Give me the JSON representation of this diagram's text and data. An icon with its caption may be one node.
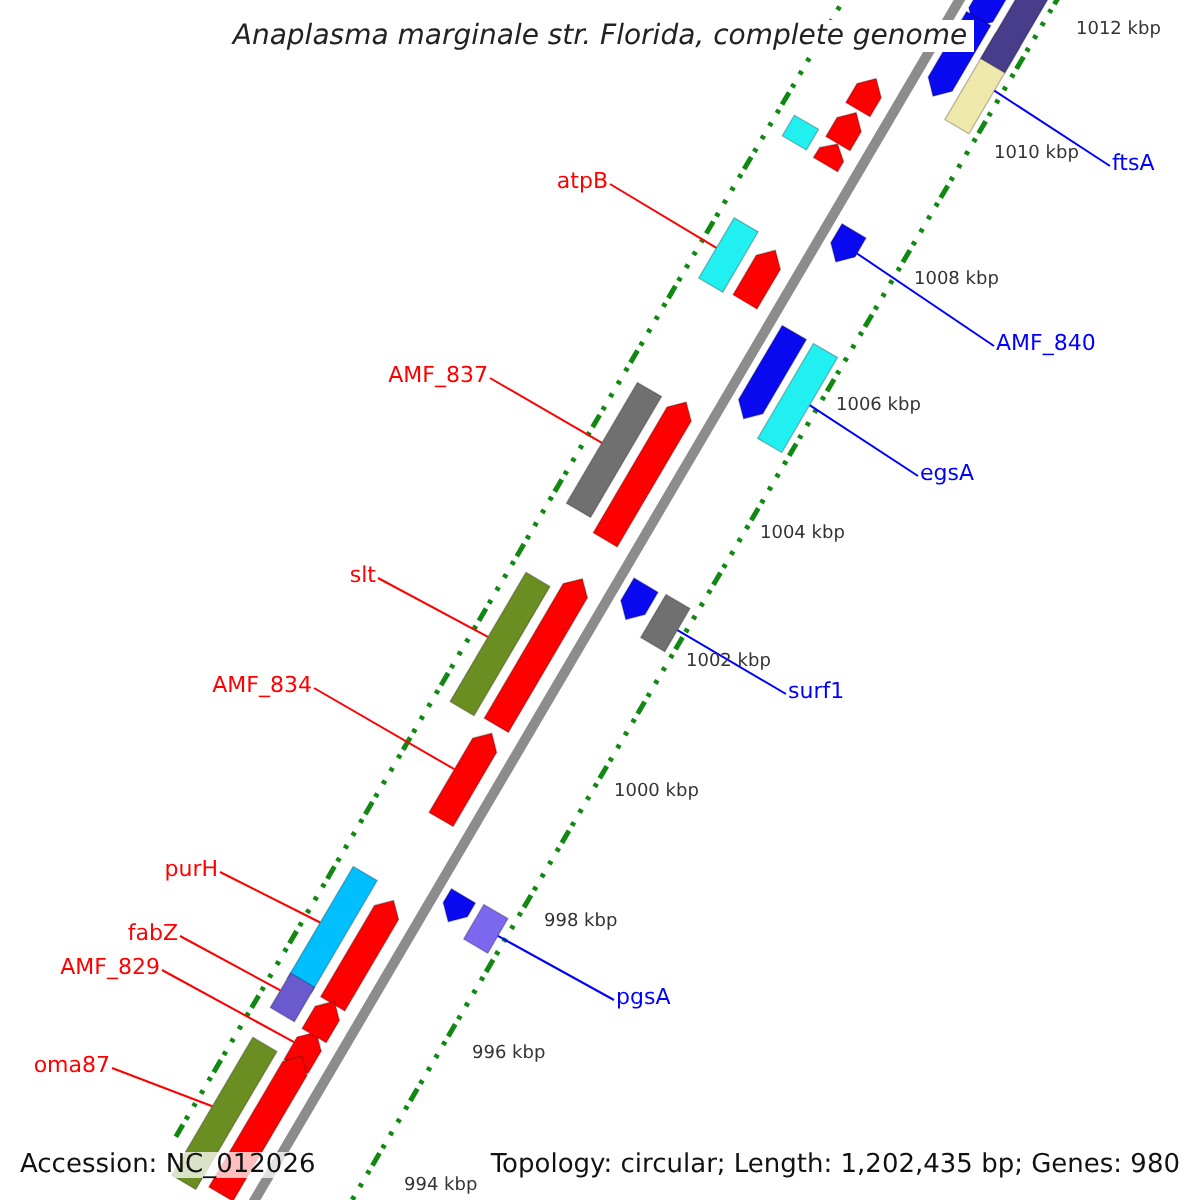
{
  "diagram": {
    "title": "Anaplasma marginale str. Florida, complete genome",
    "nodes": [
      {
        "text": [
          "ftsA"
        ]
      },
      {
        "text": [
          "atpB"
        ]
      },
      {
        "text": [
          "AMF_840"
        ]
      },
      {
        "text": [
          "AMF_837"
        ]
      },
      {
        "text": [
          "egsA"
        ]
      },
      {
        "text": [
          "slt"
        ]
      },
      {
        "text": [
          "AMF_834"
        ]
      },
      {
        "text": [
          "surf1"
        ]
      },
      {
        "text": [
          "purH"
        ]
      },
      {
        "text": [
          "fabZ"
        ]
      },
      {
        "text": [
          "AMF_829"
        ]
      },
      {
        "text": [
          "pgsA"
        ]
      },
      {
        "text": [
          "oma87"
        ]
      },
      {
        "text": [],
        "shape": "box"
      },
      {
        "text": [],
        "shape": "box"
      },
      {
        "text": [],
        "shape": "pentagon"
      },
      {
        "text": [],
        "shape": "box"
      },
      {
        "text": [],
        "shape": "box"
      },
      {
        "text": [],
        "shape": "box"
      },
      {
        "text": [],
        "shape": "pentagon"
      },
      {
        "text": [],
        "shape": "box"
      },
      {
        "text": [],
        "shape": "box"
      },
      {
        "text": [],
        "shape": "box"
      },
      {
        "text": [],
        "shape": "pentagon"
      },
      {
        "text": [],
        "shape": "box"
      },
      {
        "text": [],
        "shape": "box"
      },
      {
        "text": [],
        "shape": "pentagon"
      },
      {
        "text": [],
        "shape": "box"
      },
      {
        "text": [],
        "shape": "pentagon"
      },
      {
        "text": [],
        "shape": "pentagon"
      },
      {
        "text": [],
        "shape": "pentagon"
      },
      {
        "text": [],
        "shape": "pentagon"
      },
      {
        "text": [],
        "shape": "box"
      },
      {
        "text": [],
        "shape": "pentagon"
      },
      {
        "text": [],
        "shape": "pentagon"
      },
      {
        "text": [],
        "shape": "pentagon"
      },
      {
        "text": [],
        "shape": "pentagon"
      },
      {
        "text": [],
        "shape": "pentagon"
      },
      {
        "text": [],
        "shape": "pentagon"
      },
      {
        "text": [],
        "shape": "pentagon"
      },
      {
        "text": [],
        "shape": "pentagon"
      },
      {
        "text": [],
        "shape": "pentagon"
      }
    ],
    "edges": [
      {
        "from": 0,
        "to": 13,
        "arrow": "none",
        "color": "#0000ff"
      },
      {
        "from": 1,
        "to": 14,
        "arrow": "none"
      },
      {
        "from": 2,
        "to": 15,
        "arrow": "none",
        "color": "#0000ff"
      },
      {
        "from": 3,
        "to": 16,
        "arrow": "none"
      },
      {
        "from": 4,
        "to": 17,
        "arrow": "none",
        "color": "#0000ff"
      },
      {
        "from": 5,
        "to": 18,
        "arrow": "none"
      },
      {
        "from": 6,
        "to": 19,
        "arrow": "none"
      },
      {
        "from": 7,
        "to": 20,
        "arrow": "none",
        "color": "#0000ff"
      },
      {
        "from": 8,
        "to": 21,
        "arrow": "none"
      },
      {
        "from": 9,
        "to": 22,
        "arrow": "none"
      },
      {
        "from": 10,
        "to": 23,
        "arrow": "none"
      },
      {
        "from": 11,
        "to": 24,
        "arrow": "none",
        "color": "#0000ff"
      },
      {
        "from": 12,
        "to": 25,
        "arrow": "none"
      }
    ],
    "labels": [
      "1012 kbp",
      "1010 kbp",
      "1008 kbp",
      "1006 kbp",
      "1004 kbp",
      "1002 kbp",
      "1000 kbp",
      "998 kbp",
      "996 kbp",
      "994 kbp",
      "Accession: NC_012026",
      "Topology: circular; Length: 1,202,435 bp; Genes: 980"
    ]
  }
}
